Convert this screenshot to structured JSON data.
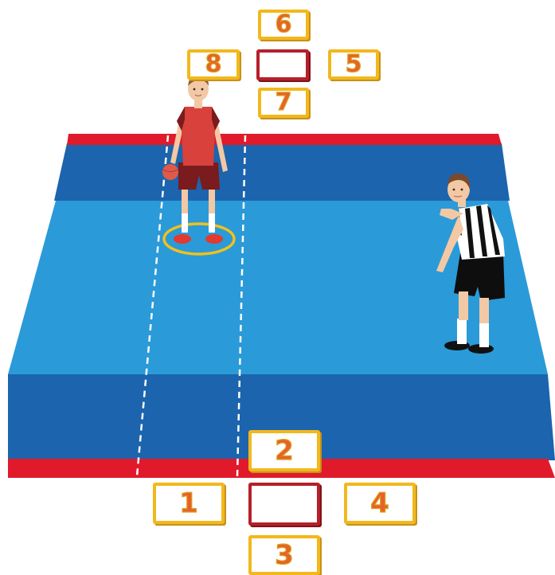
{
  "colors": {
    "court_light": "#2b9ad8",
    "court_dark": "#1c64ad",
    "court_line": "#e11a2b",
    "box_border": "#f2b81c",
    "box_selected_border": "#b5202a",
    "box_text": "#e8612a"
  },
  "top_panel": {
    "box_6": "6",
    "box_8": "8",
    "box_5": "5",
    "box_7": "7",
    "center_box": ""
  },
  "bottom_panel": {
    "box_2": "2",
    "box_1": "1",
    "box_4": "4",
    "box_3": "3",
    "center_box": ""
  },
  "players": [
    {
      "role": "player",
      "jersey": "red",
      "has_ball": true,
      "highlighted": true
    },
    {
      "role": "referee",
      "jersey": "black-white-stripes"
    }
  ]
}
